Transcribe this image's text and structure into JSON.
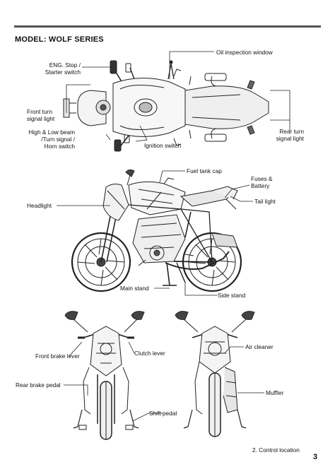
{
  "header": {
    "title": "MODEL: WOLF SERIES"
  },
  "top_view": {
    "oil_window": "Oil inspection window",
    "eng_stop": "ENG. Stop /\nStarter switch",
    "front_turn": "Front turn\nsignal light",
    "beam_switch": "High & Low beam\n/Turn signal /\nHorn switch",
    "ignition": "Ignition switch",
    "rear_turn": "Rear turn\nsignal light"
  },
  "side_view": {
    "fuel_cap": "Fuel tank cap",
    "fuses": "Fuses &\nBattery",
    "headlight": "Headlight",
    "tail_light": "Tail light",
    "main_stand": "Main stand",
    "side_stand": "Side stand"
  },
  "front_view": {
    "front_brake": "Front brake lever",
    "clutch": "Clutch lever",
    "rear_brake": "Rear brake pedal",
    "shift": "Shift pedal"
  },
  "rear_view": {
    "air_cleaner": "Air cleaner",
    "muffler": "Muffler"
  },
  "footer": {
    "caption": "2. Control location",
    "page": "3"
  }
}
